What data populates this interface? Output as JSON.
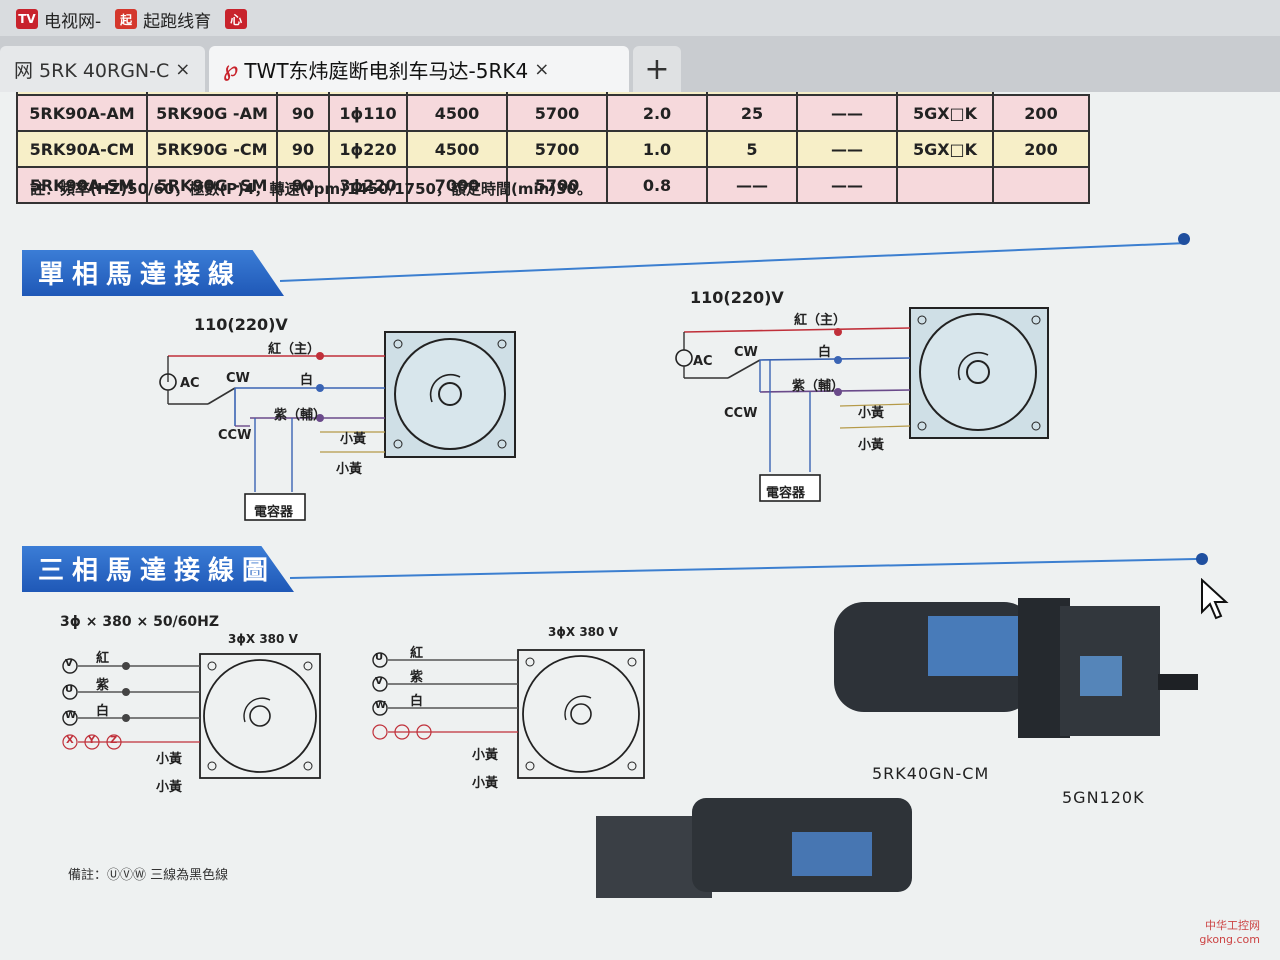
{
  "browser": {
    "bookmarks": [
      {
        "icon": "tv-icon",
        "label": "电视网-",
        "color": "#c8232c"
      },
      {
        "icon": "qidian-icon",
        "label": "起跑线育",
        "color": "#d4372c"
      },
      {
        "icon": "bookmark-icon",
        "label": "",
        "color": "#c8232c"
      }
    ],
    "tabs": [
      {
        "label": "网 5RK 40RGN-C",
        "close": "×",
        "active": false
      },
      {
        "label": "TWT东炜庭断电刹车马达-5RK4",
        "close": "×",
        "active": true
      }
    ],
    "new_tab": "+"
  },
  "spec_table": {
    "rows": [
      [
        "",
        "",
        "",
        "",
        "",
        "",
        "",
        "",
        "5GX□K",
        "200"
      ],
      [
        "5RK90A-AM",
        "5RK90G -AM",
        "90",
        "1ϕ110",
        "4500",
        "5700",
        "2.0",
        "25",
        "——",
        "5GX□K",
        "200"
      ],
      [
        "5RK90A-CM",
        "5RK90G -CM",
        "90",
        "1ϕ220",
        "4500",
        "5700",
        "1.0",
        "5",
        "——",
        "5GX□K",
        "200"
      ],
      [
        "5RK90A-SM",
        "5RK90G -SM",
        "90",
        "3ϕ220",
        "7000",
        "5700",
        "0.8",
        "——",
        "——",
        "",
        ""
      ]
    ],
    "note": "註：頻率(HZ)50/60，極數(P)4，轉速(rpm)1450/1750，額定時間(min)30。"
  },
  "sections": {
    "single_phase_title": "單相馬達接線圖",
    "three_phase_title": "三相馬達接線圖"
  },
  "single_phase": {
    "voltage": "110(220)V",
    "ac": "AC",
    "cw": "CW",
    "ccw": "CCW",
    "red_main": "紅（主）",
    "white": "白",
    "purple_aux": "紫（輔）",
    "yellow1": "小黃",
    "yellow2": "小黃",
    "capacitor": "電容器"
  },
  "three_phase": {
    "supply": "3ϕ × 380 × 50/60HZ",
    "motor_voltage": "3ϕX 380 V",
    "terminals": [
      "V",
      "U",
      "W"
    ],
    "terminals_b": [
      "U",
      "V",
      "W"
    ],
    "neutral": [
      "X",
      "Y",
      "Z"
    ],
    "red": "紅",
    "purple": "紫",
    "white": "白",
    "yellow1": "小黃",
    "yellow2": "小黃"
  },
  "products": {
    "motor1": "5RK40GN-CM",
    "motor2": "5GN120K"
  },
  "footnote": "備註：ⓊⓋⓌ 三線為黑色線",
  "watermark": {
    "line1": "中华工控网",
    "line2": "gkong.com"
  },
  "colors": {
    "accent": "#1f58b7",
    "red_wire": "#c0303a",
    "blue_wire": "#3a64b4",
    "purple_wire": "#6a4a8a"
  }
}
